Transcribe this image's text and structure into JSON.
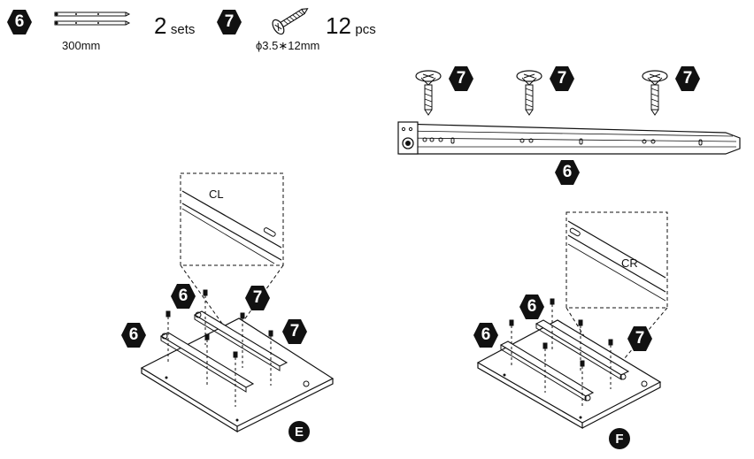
{
  "parts": {
    "rail": {
      "id": "6",
      "size": "300mm",
      "qty_num": "2",
      "qty_unit": "sets"
    },
    "screw": {
      "id": "7",
      "size": "ϕ3.5∗12mm",
      "qty_num": "12",
      "qty_unit": "pcs"
    }
  },
  "rail_detail": {
    "screw_badges": [
      "7",
      "7",
      "7"
    ],
    "rail_badge": "6"
  },
  "step_e": {
    "step_letter": "E",
    "detail_label": "CL",
    "rail_badges": [
      "6",
      "6"
    ],
    "screw_badges": [
      "7",
      "7"
    ]
  },
  "step_f": {
    "step_letter": "F",
    "detail_label": "CR",
    "rail_badges": [
      "6",
      "6"
    ],
    "screw_badges": [
      "7"
    ]
  },
  "colors": {
    "badge": "#111111",
    "line": "#111111",
    "background": "#ffffff"
  }
}
